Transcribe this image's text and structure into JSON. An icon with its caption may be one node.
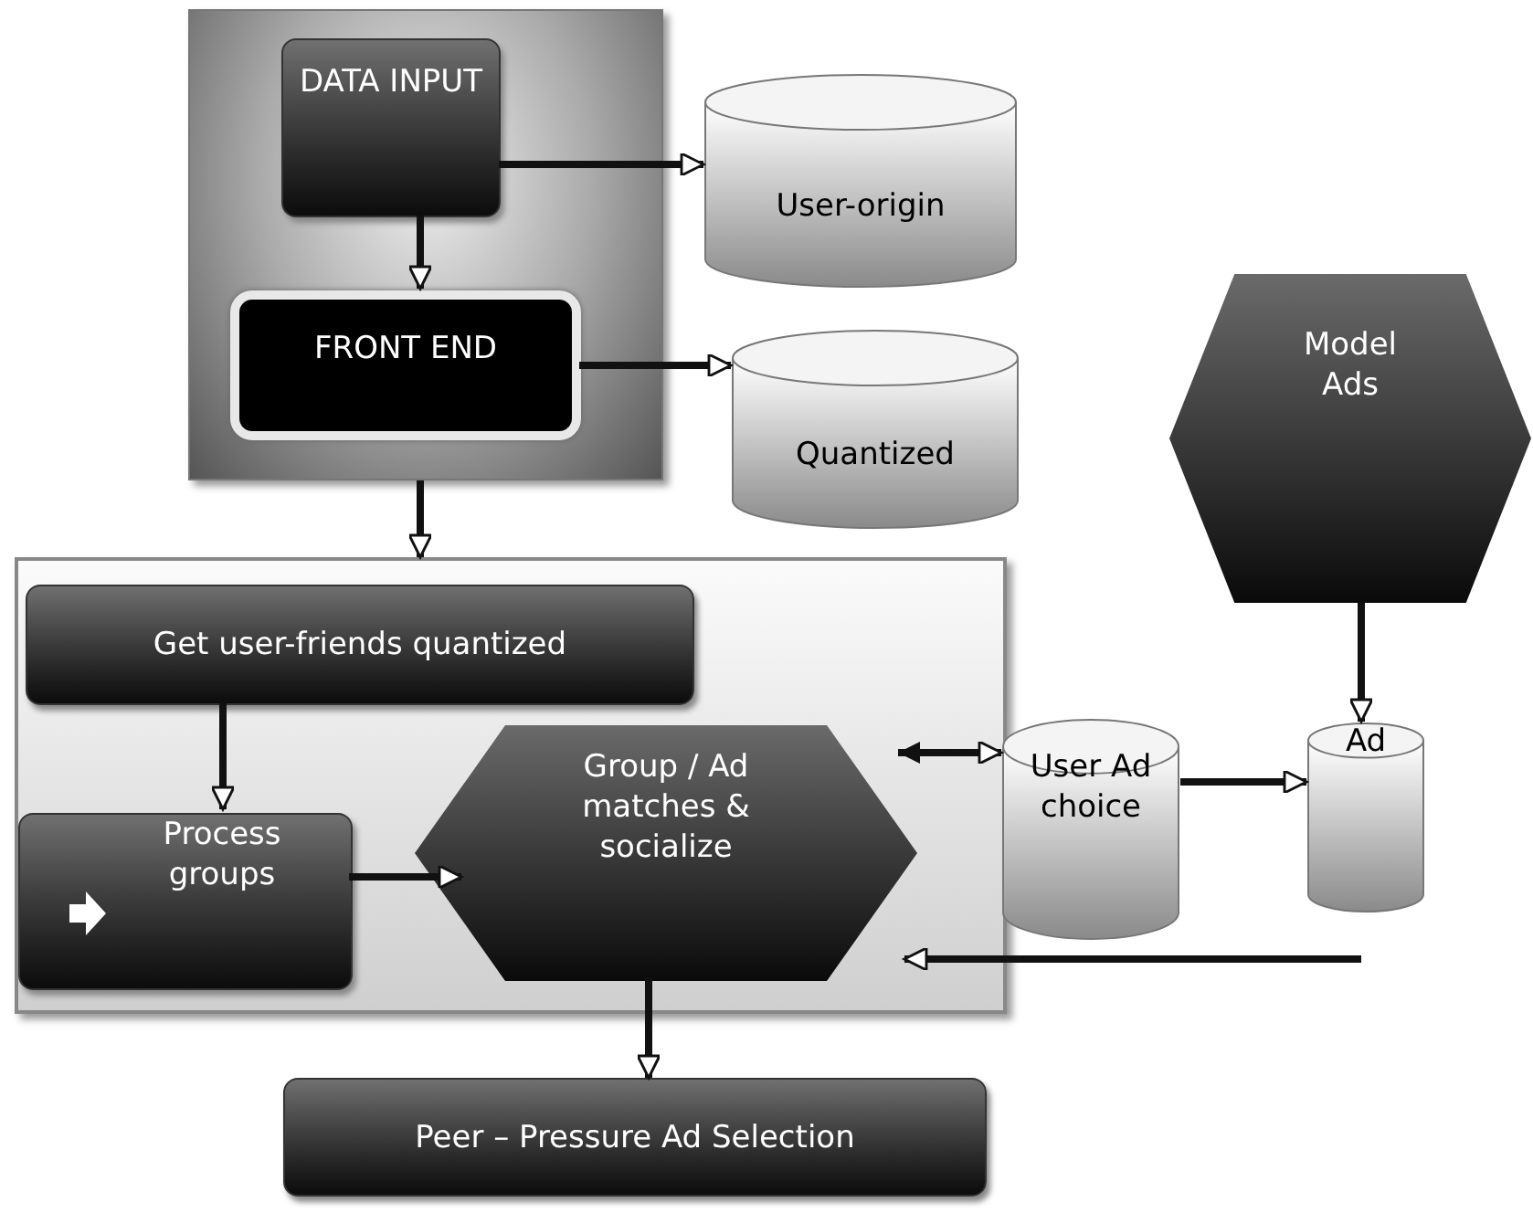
{
  "diagram": {
    "nodes": [
      {
        "text": [],
        "shape": "box"
      },
      {
        "text": [
          "DATA INPUT"
        ],
        "in": 0
      },
      {
        "text": [
          "FRONT END"
        ],
        "in": 0
      },
      {
        "text": [
          "User-origin"
        ]
      },
      {
        "text": [
          "Quantized"
        ]
      },
      {
        "text": [],
        "shape": "box"
      },
      {
        "text": [
          "Get user-friends quantized"
        ],
        "in": 5
      },
      {
        "text": [
          "Process groups"
        ],
        "in": 5
      },
      {
        "text": [
          "Group / Ad matches & socialize"
        ],
        "in": 5
      },
      {
        "text": [
          "Model Ads"
        ]
      },
      {
        "text": [
          "User Ad choice"
        ]
      },
      {
        "text": [
          "Ad"
        ]
      },
      {
        "text": [
          "Peer – Pressure Ad Selection"
        ]
      }
    ],
    "edges": [
      {
        "from": 1,
        "to": 3,
        "arrow": "to"
      },
      {
        "from": 1,
        "to": 2,
        "arrow": "to"
      },
      {
        "from": 2,
        "to": 4,
        "arrow": "to"
      },
      {
        "from": 0,
        "to": 5,
        "arrow": "to"
      },
      {
        "from": 6,
        "to": 7,
        "arrow": "to"
      },
      {
        "from": 7,
        "to": 8,
        "arrow": "to"
      },
      {
        "from": 8,
        "to": 10,
        "arrow": "both"
      },
      {
        "from": 10,
        "to": 11,
        "arrow": "to"
      },
      {
        "from": 9,
        "to": 11,
        "arrow": "to"
      },
      {
        "from": null,
        "to": 8,
        "arrow": "to"
      },
      {
        "from": 8,
        "to": 12,
        "arrow": "to"
      }
    ]
  }
}
